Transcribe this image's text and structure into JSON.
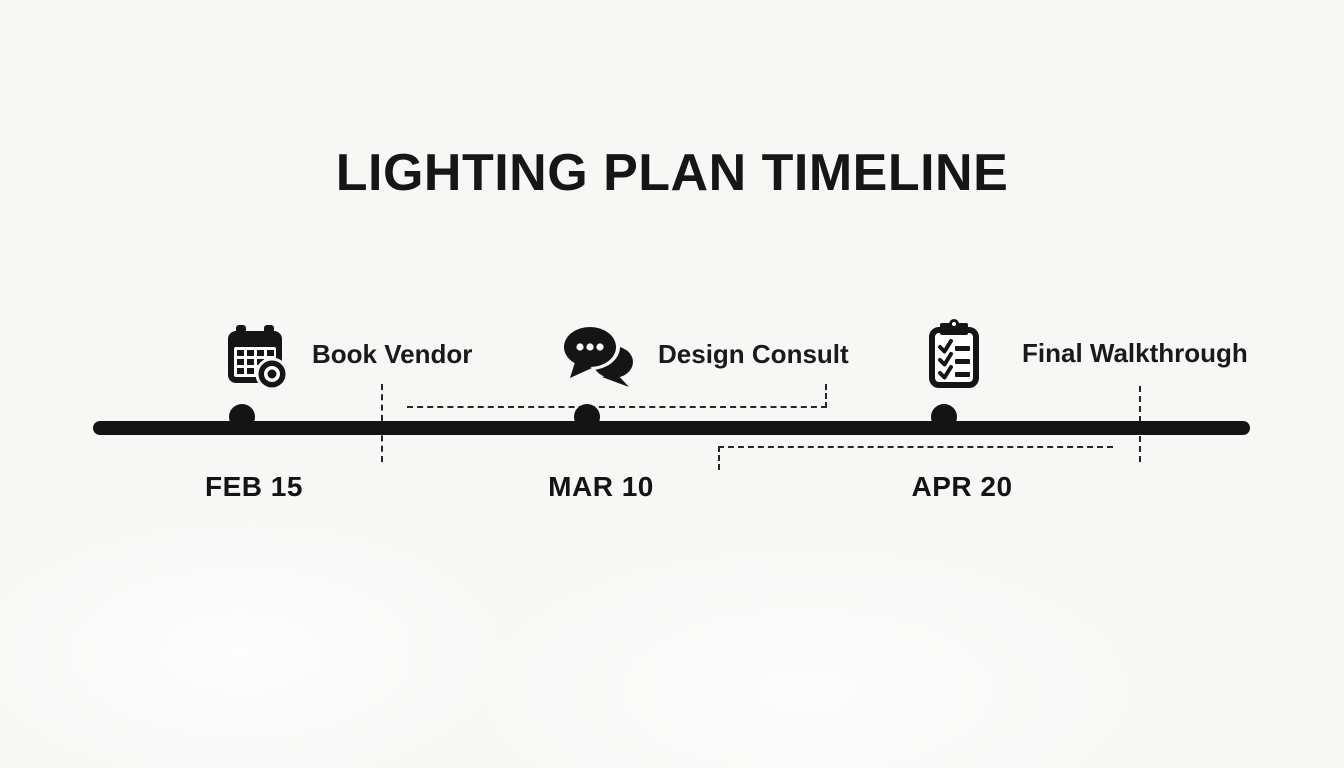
{
  "title": "LIGHTING PLAN TIMELINE",
  "timeline": {
    "milestones": [
      {
        "id": "book-vendor",
        "label": "Book Vendor",
        "date": "FEB 15",
        "icon": "calendar-icon"
      },
      {
        "id": "design-consult",
        "label": "Design Consult",
        "date": "MAR 10",
        "icon": "chat-bubbles-icon"
      },
      {
        "id": "final-walkthrough",
        "label": "Final Walkthrough",
        "date": "APR 20",
        "icon": "clipboard-checklist-icon"
      }
    ]
  },
  "colors": {
    "ink": "#141414",
    "background": "#f7f7f6",
    "dashed_guide": "#262626",
    "node_fill": "#ffffff"
  }
}
